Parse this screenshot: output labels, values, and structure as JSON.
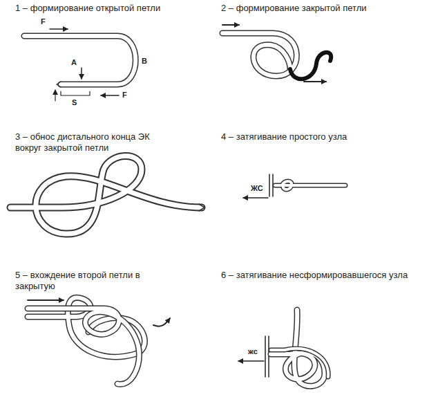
{
  "diagram": {
    "labels": [
      "1 – формирование открытой петли",
      "2 – формирование закрытой петли",
      "3 – обнос дистального конца ЭК вокруг закрытой петли",
      "4 – затягивание простого узла",
      "5 – вхождение второй петли в закрытую",
      "6 – затягивание несформировавшегося узла",
      "F",
      "A",
      "B",
      "S",
      "F",
      "ЖС",
      "жс"
    ]
  }
}
